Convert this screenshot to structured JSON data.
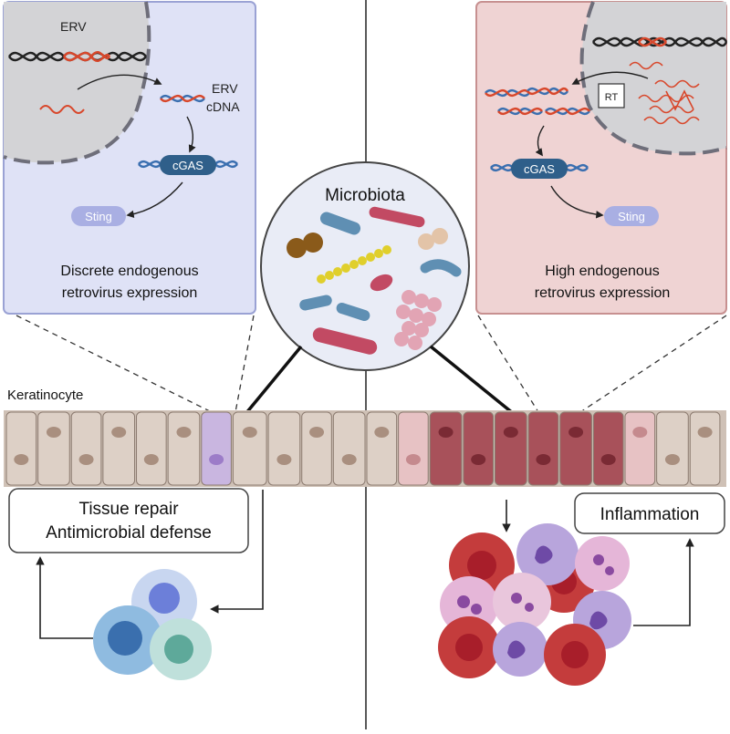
{
  "left_panel": {
    "erv_label": "ERV",
    "cdna_label_1": "ERV",
    "cdna_label_2": "cDNA",
    "cgas_label": "cGAS",
    "sting_label": "Sting",
    "caption_line1": "Discrete endogenous",
    "caption_line2": "retrovirus expression",
    "bg_color": "#dfe2f6",
    "border_color": "#9aa2d4"
  },
  "right_panel": {
    "rt_label": "RT",
    "cgas_label": "cGAS",
    "sting_label": "Sting",
    "caption_line1": "High endogenous",
    "caption_line2": "retrovirus expression",
    "bg_color": "#efd3d3",
    "border_color": "#c79090"
  },
  "microbiota": {
    "label": "Microbiota"
  },
  "tissue": {
    "keratinocyte_label": "Keratinocyte"
  },
  "outcomes": {
    "repair_line1": "Tissue repair",
    "repair_line2": "Antimicrobial defense",
    "inflammation": "Inflammation"
  },
  "colors": {
    "cgas_fill": "#2f5f8a",
    "sting_fill": "#a9afe3",
    "dna_blue": "#3a6fb0",
    "dna_red": "#d8472b",
    "cell_normal": "#ddd0c6",
    "cell_purple": "#c9b6e0",
    "cell_dark_red": "#a8515a",
    "cell_pink": "#e7c2c4"
  }
}
